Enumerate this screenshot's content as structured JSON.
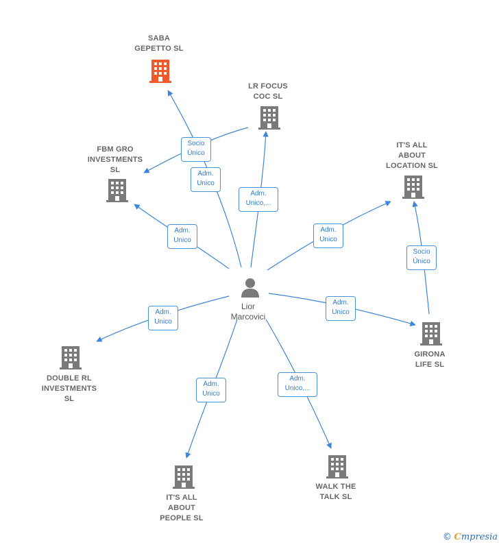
{
  "diagram": {
    "center": {
      "name": "Lior\nMarcovici"
    },
    "companies": [
      {
        "id": "saba",
        "name": "SABA\nGEPETTO SL",
        "highlight": true
      },
      {
        "id": "lrfocus",
        "name": "LR FOCUS\nCOC SL"
      },
      {
        "id": "fbm",
        "name": "FBM GRO\nINVESTMENTS\nSL"
      },
      {
        "id": "itsloc",
        "name": "IT'S ALL\nABOUT\nLOCATION SL"
      },
      {
        "id": "girona",
        "name": "GIRONA\nLIFE SL"
      },
      {
        "id": "double",
        "name": "DOUBLE RL\nINVESTMENTS\nSL"
      },
      {
        "id": "people",
        "name": "IT'S ALL\nABOUT\nPEOPLE SL"
      },
      {
        "id": "walk",
        "name": "WALK THE\nTALK SL"
      }
    ],
    "edges": [
      {
        "id": "e-saba",
        "label": "Adm.\nUnico"
      },
      {
        "id": "e-lrfocus",
        "label": "Adm.\nUnico,..."
      },
      {
        "id": "e-fbm-socio",
        "label": "Socio\nÚnico"
      },
      {
        "id": "e-fbm",
        "label": "Adm.\nUnico"
      },
      {
        "id": "e-itsloc",
        "label": "Adm.\nUnico"
      },
      {
        "id": "e-girona-socio",
        "label": "Socio\nÚnico"
      },
      {
        "id": "e-girona",
        "label": "Adm.\nUnico"
      },
      {
        "id": "e-double",
        "label": "Adm.\nUnico"
      },
      {
        "id": "e-people",
        "label": "Adm.\nUnico"
      },
      {
        "id": "e-walk",
        "label": "Adm.\nUnico,..."
      }
    ]
  },
  "colors": {
    "edge": "#3d85d6",
    "building": "#7a7a7a",
    "highlight_building": "#f05a28",
    "person": "#7a7a7a"
  },
  "footer": {
    "copyright": "©",
    "brand_first": "C",
    "brand_rest": "mpresia"
  }
}
